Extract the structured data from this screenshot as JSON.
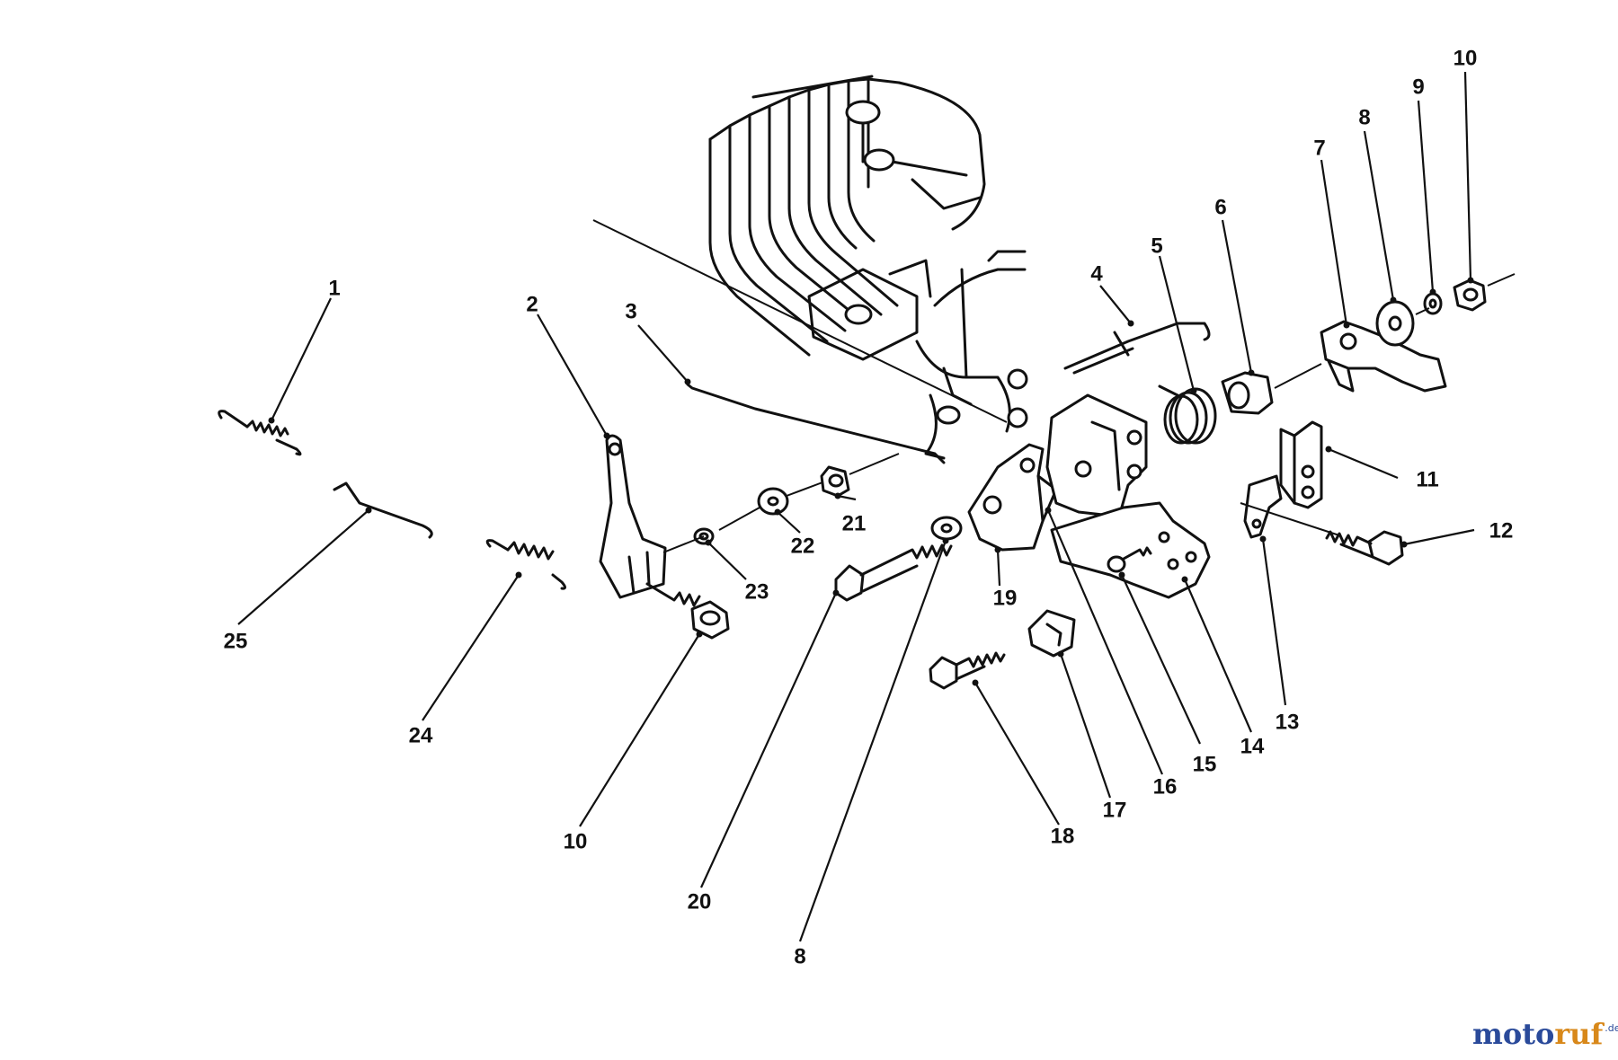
{
  "callouts": [
    {
      "id": "c1",
      "label": "1"
    },
    {
      "id": "c2",
      "label": "2"
    },
    {
      "id": "c3",
      "label": "3"
    },
    {
      "id": "c4",
      "label": "4"
    },
    {
      "id": "c5",
      "label": "5"
    },
    {
      "id": "c6",
      "label": "6"
    },
    {
      "id": "c7",
      "label": "7"
    },
    {
      "id": "c8a",
      "label": "8"
    },
    {
      "id": "c9",
      "label": "9"
    },
    {
      "id": "c10a",
      "label": "10"
    },
    {
      "id": "c11",
      "label": "11"
    },
    {
      "id": "c12",
      "label": "12"
    },
    {
      "id": "c13",
      "label": "13"
    },
    {
      "id": "c14",
      "label": "14"
    },
    {
      "id": "c15",
      "label": "15"
    },
    {
      "id": "c16",
      "label": "16"
    },
    {
      "id": "c17",
      "label": "17"
    },
    {
      "id": "c18",
      "label": "18"
    },
    {
      "id": "c19",
      "label": "19"
    },
    {
      "id": "c20",
      "label": "20"
    },
    {
      "id": "c21",
      "label": "21"
    },
    {
      "id": "c22",
      "label": "22"
    },
    {
      "id": "c23",
      "label": "23"
    },
    {
      "id": "c24",
      "label": "24"
    },
    {
      "id": "c25",
      "label": "25"
    },
    {
      "id": "c10b",
      "label": "10"
    },
    {
      "id": "c8b",
      "label": "8"
    }
  ],
  "watermark": {
    "part1": "moto",
    "part2": "ruf",
    "suffix": ".de",
    "color_primary": "#2a4a9a",
    "color_accent": "#d8881a"
  }
}
